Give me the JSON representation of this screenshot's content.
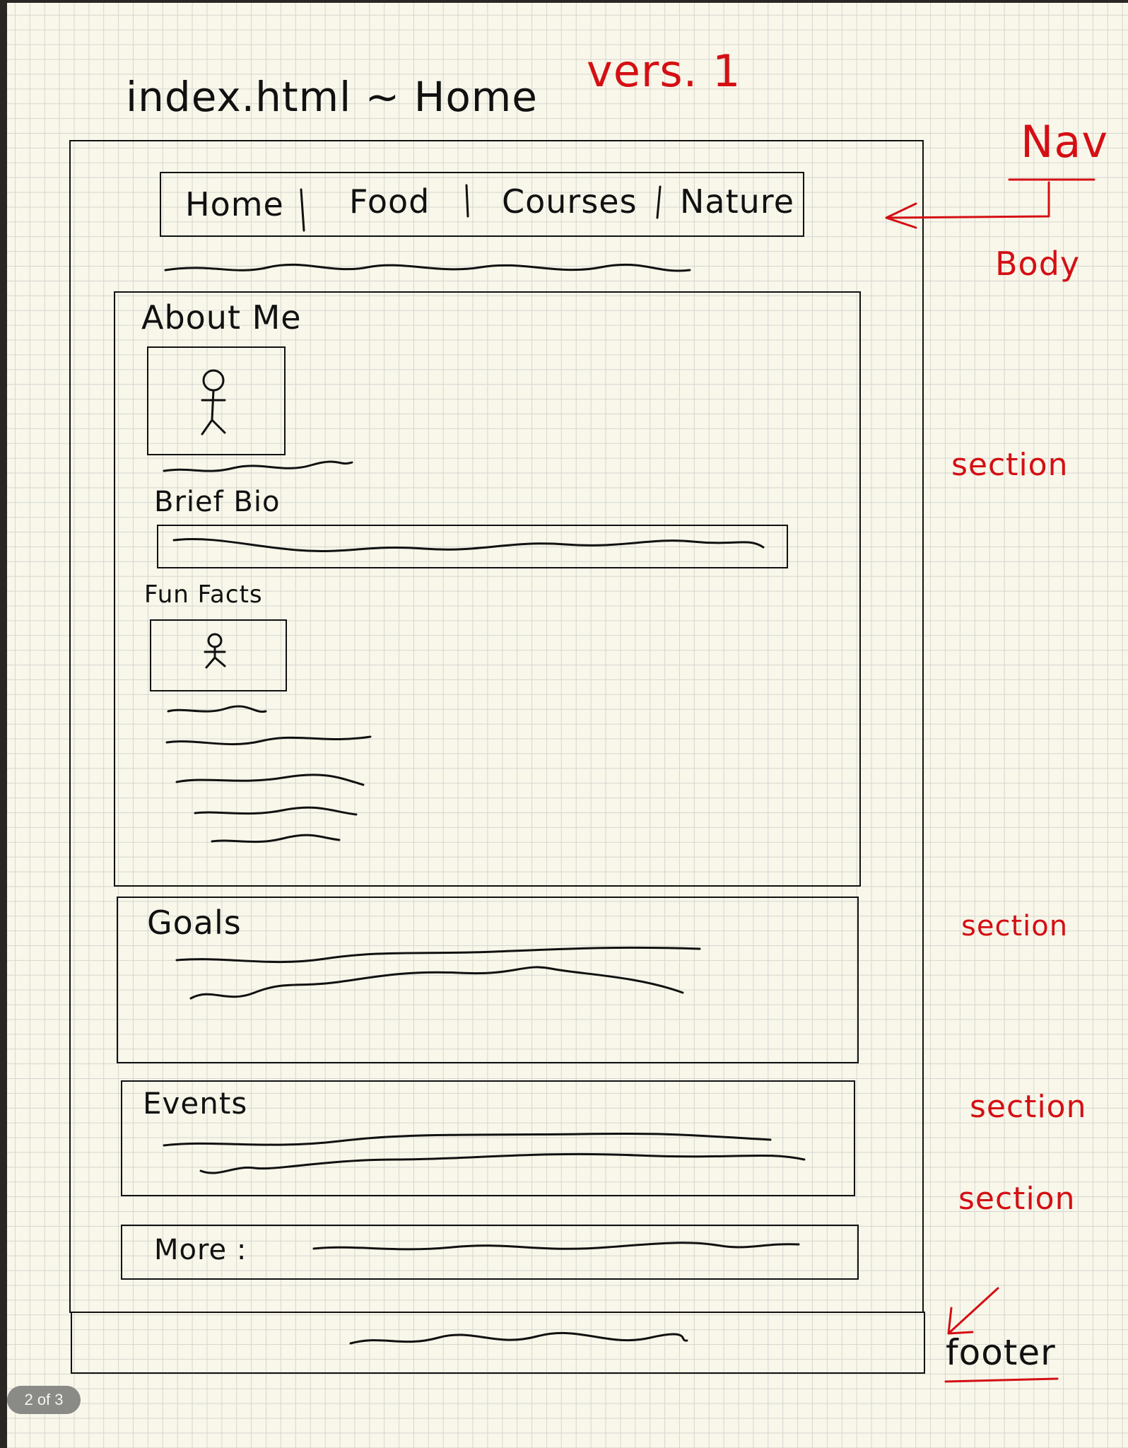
{
  "page_title": "index.html ~ Home",
  "version": "vers. 1",
  "nav_items": [
    "Home",
    "Food",
    "Courses",
    "Nature"
  ],
  "annotations": {
    "nav": "Nav",
    "body": "Body",
    "section_1": "section",
    "section_2": "section",
    "section_3": "section",
    "section_4": "section",
    "footer": "footer"
  },
  "sections": {
    "about_title": "About Me",
    "bio_label": "Brief Bio",
    "fun_facts_label": "Fun Facts",
    "goals_title": "Goals",
    "events_title": "Events",
    "more_label": "More :"
  },
  "pager": "2 of 3",
  "colors": {
    "paper": "#f8f7ea",
    "grid": "#d6d6d0",
    "ink": "#111111",
    "annotation": "#d40f14"
  }
}
